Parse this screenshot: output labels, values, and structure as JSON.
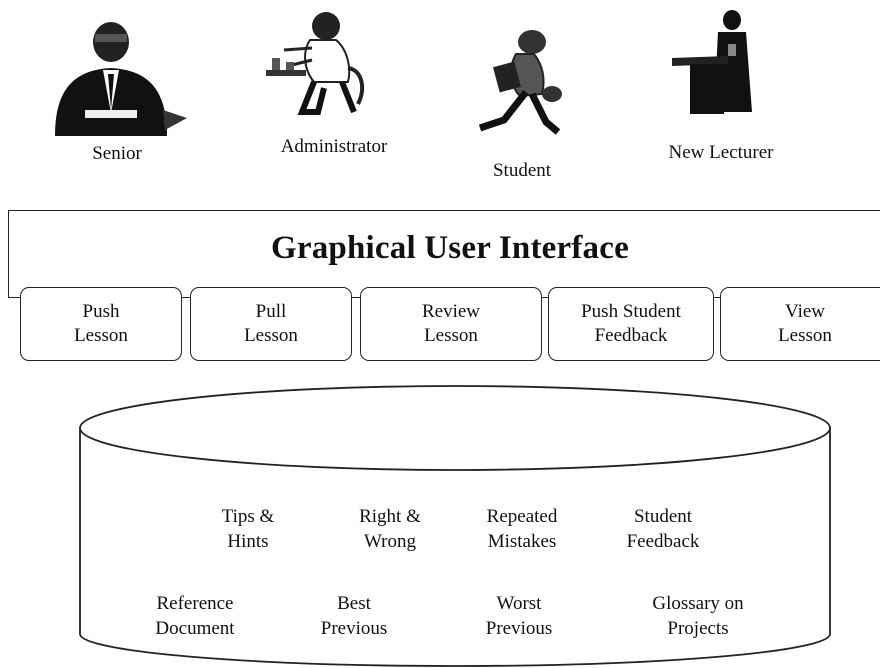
{
  "users": [
    {
      "id": "senior",
      "label": "Senior"
    },
    {
      "id": "administrator",
      "label": "Administrator"
    },
    {
      "id": "student",
      "label": "Student"
    },
    {
      "id": "new-lecturer",
      "label": "New Lecturer"
    }
  ],
  "gui": {
    "title": "Graphical User Interface",
    "functions": [
      {
        "label": "Push\nLesson"
      },
      {
        "label": "Pull\nLesson"
      },
      {
        "label": "Review\nLesson"
      },
      {
        "label": "Push Student\nFeedback"
      },
      {
        "label": "View\nLesson"
      }
    ]
  },
  "database": {
    "items": [
      {
        "label": "Tips &\nHints"
      },
      {
        "label": "Right &\nWrong"
      },
      {
        "label": "Repeated\nMistakes"
      },
      {
        "label": "Student\nFeedback"
      },
      {
        "label": "Reference\nDocument"
      },
      {
        "label": "Best\nPrevious"
      },
      {
        "label": "Worst\nPrevious"
      },
      {
        "label": "Glossary on\nProjects"
      }
    ]
  }
}
